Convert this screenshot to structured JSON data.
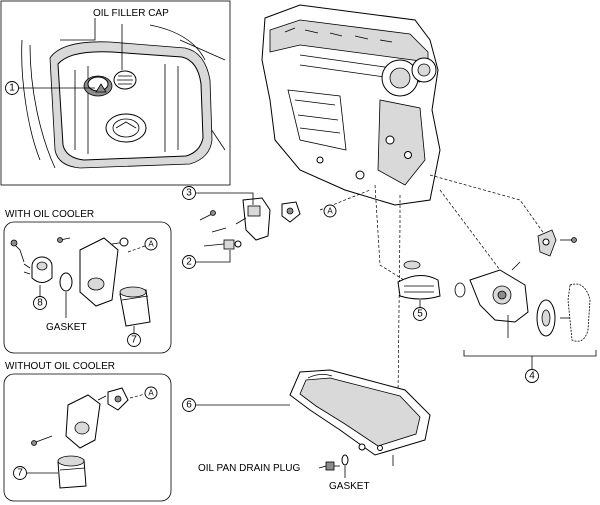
{
  "labels": {
    "oil_filler_cap": "OIL FILLER CAP",
    "with_oil_cooler": "WITH OIL COOLER",
    "without_oil_cooler": "WITHOUT OIL COOLER",
    "gasket_cooler": "GASKET",
    "oil_pan_drain_plug": "OIL PAN DRAIN PLUG",
    "gasket_drain": "GASKET"
  },
  "callouts": [
    "1",
    "2",
    "3",
    "4",
    "5",
    "6",
    "7",
    "8"
  ],
  "reference_mark": "A",
  "colors": {
    "line": "#000000",
    "shade": "#d9d9d9",
    "dark": "#8c8c8c",
    "background": "#ffffff"
  }
}
